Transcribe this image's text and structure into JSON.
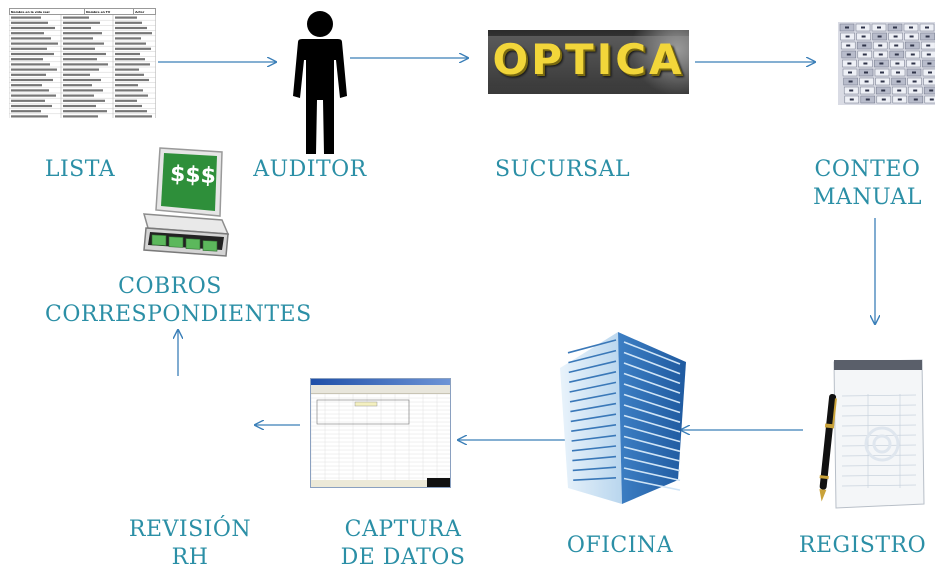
{
  "nodes": {
    "lista": "LISTA",
    "auditor": "AUDITOR",
    "sucursal": "SUCURSAL",
    "conteo_line1": "CONTEO",
    "conteo_line2": "MANUAL",
    "cobros_line1": "COBROS",
    "cobros_line2": "CORRESPONDIENTES",
    "registro": "REGISTRO",
    "oficina": "OFICINA",
    "captura_line1": "CAPTURA",
    "captura_line2": "DE DATOS",
    "revision_line1": "REVISIÓN",
    "revision_line2": "RH"
  },
  "sign_text": "OPTICA",
  "dollar_text": "$$$",
  "list_headers": [
    "Nombre en la vida real",
    "Nombre en TV",
    "Actor"
  ],
  "colors": {
    "label": "#2b8fa6",
    "arrow": "#3b7fb8",
    "sign_text": "#f2d63a",
    "money_green": "#3aa53a"
  }
}
